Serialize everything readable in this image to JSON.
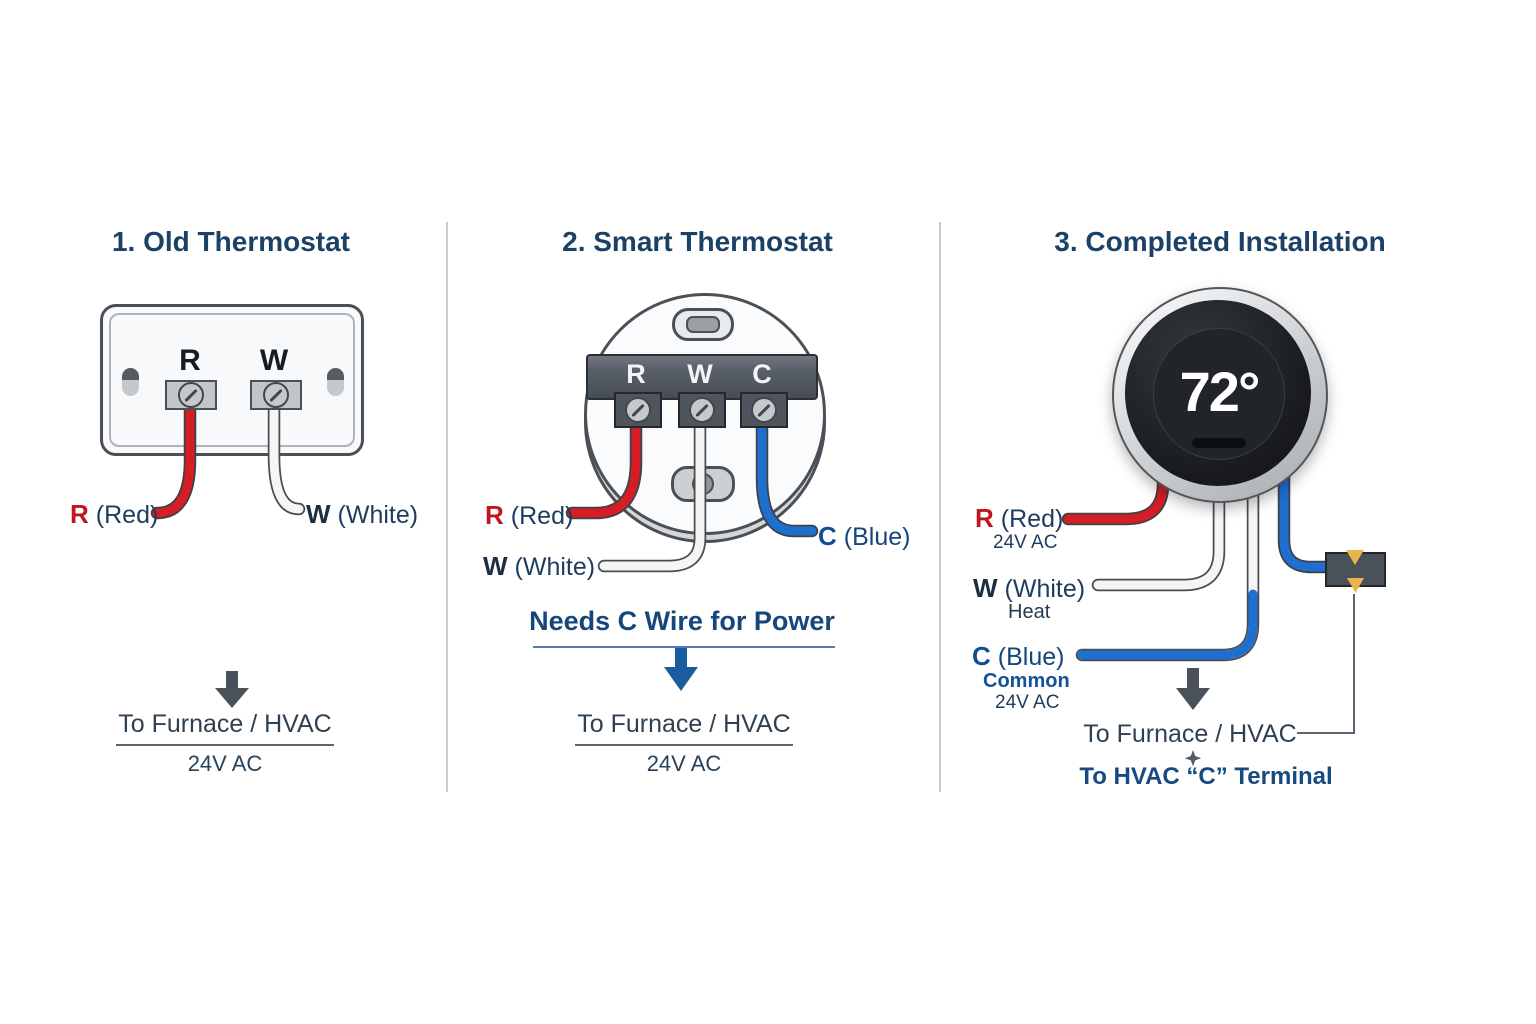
{
  "panel1": {
    "title": "1. Old Thermostat",
    "terminal_r": "R",
    "terminal_w": "W",
    "label_r_letter": "R",
    "label_r_name": "(Red)",
    "label_w_letter": "W",
    "label_w_name": "(White)",
    "footer_line1": "To Furnace / HVAC",
    "footer_line2": "24V AC"
  },
  "panel2": {
    "title": "2. Smart Thermostat",
    "terminal_r": "R",
    "terminal_w": "W",
    "terminal_c": "C",
    "label_r_letter": "R",
    "label_r_name": "(Red)",
    "label_w_letter": "W",
    "label_w_name": "(White)",
    "label_c_letter": "C",
    "label_c_name": "(Blue)",
    "note": "Needs C Wire for Power",
    "footer_line1": "To Furnace / HVAC",
    "footer_line2": "24V AC"
  },
  "panel3": {
    "title": "3. Completed Installation",
    "display_temp": "72°",
    "label_r_letter": "R",
    "label_r_name": "(Red)",
    "label_r_sub": "24V AC",
    "label_w_letter": "W",
    "label_w_name": "(White)",
    "label_w_sub": "Heat",
    "label_c_letter": "C",
    "label_c_name": "(Blue)",
    "label_c_sub1": "Common",
    "label_c_sub2": "24V AC",
    "footer_line1": "To Furnace / HVAC",
    "footer_line2": "To HVAC “C” Terminal"
  },
  "colors": {
    "red_wire": "#d41d24",
    "blue_wire": "#1f6fd0",
    "white_wire": "#f5f5f5",
    "wire_outline": "#3c4248",
    "navy_text": "#1d3c5f",
    "title_navy": "#1c4166",
    "blue_label": "#0f4d96",
    "arrow_gray": "#49525a",
    "arrow_blue": "#1a5c9f",
    "gold_connector": "#e7b54a"
  }
}
